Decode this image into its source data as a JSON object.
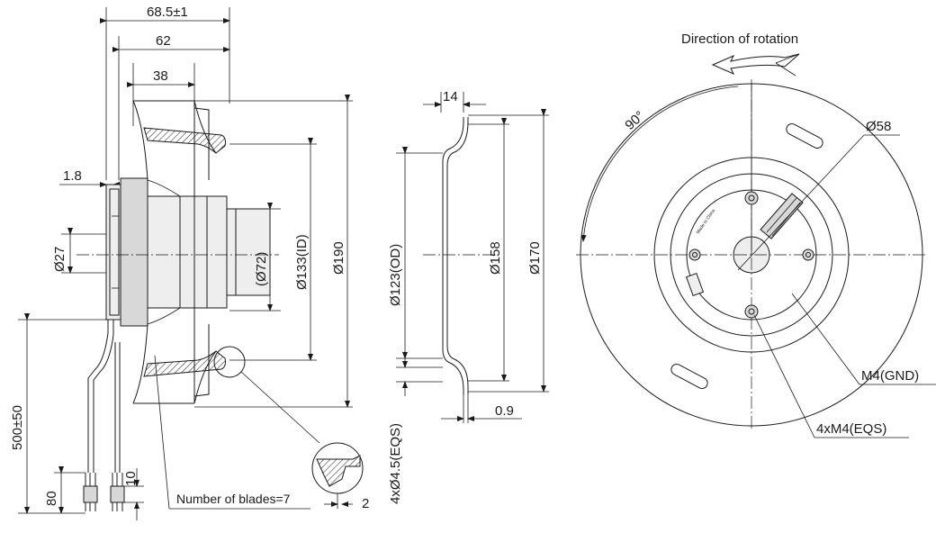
{
  "side_view": {
    "overall_depth": "68.5±1",
    "impeller_depth": "62",
    "inlet_depth": "38",
    "flange_thickness": "1.8",
    "hub_diameter": "Ø27",
    "motor_diameter": "(Ø72)",
    "inner_diameter": "Ø133(ID)",
    "outer_diameter": "Ø190",
    "cable_length": "500±50",
    "strip_length": "80",
    "wire_strip": "10",
    "blades_note": "Number of blades=7",
    "detail_dim": "2"
  },
  "inlet_ring": {
    "ring_depth": "14",
    "outer_diameter": "Ø123(OD)",
    "diameter_158": "Ø158",
    "diameter_170": "Ø170",
    "thickness": "0.9",
    "holes": "4xØ4.5(EQS)"
  },
  "front_view": {
    "rotation_label": "Direction of rotation",
    "angle": "90°",
    "center_diameter": "Ø58",
    "ground_screw": "M4(GND)",
    "mount_screws": "4xM4(EQS)",
    "hub_label": "Made in China"
  }
}
